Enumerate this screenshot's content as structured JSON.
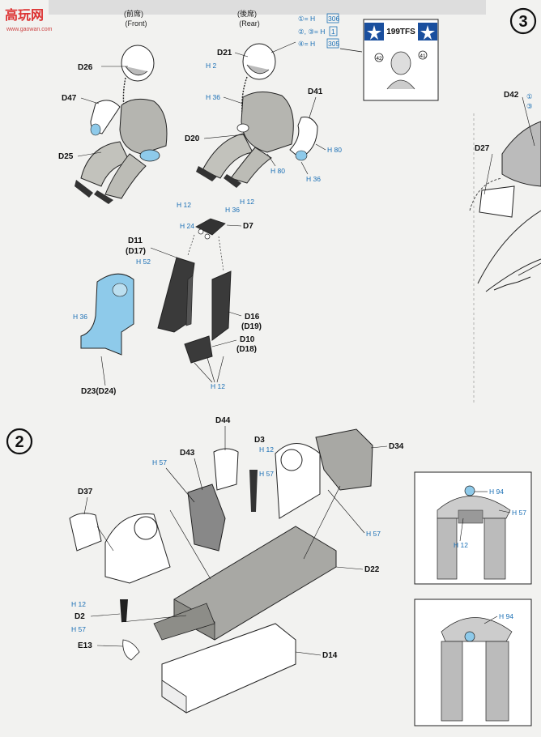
{
  "watermark": {
    "chars": "高玩网",
    "url": "www.gaowan.com"
  },
  "steps": [
    "3",
    "2"
  ],
  "seat_headers": {
    "front_cn": "(前席)",
    "front_en": "(Front)",
    "rear_cn": "(後席)",
    "rear_en": "(Rear)"
  },
  "paint_legend": {
    "items": [
      {
        "parts": "①",
        "eq": "= H",
        "code": "306"
      },
      {
        "parts": "②, ③",
        "eq": "= H",
        "code": "1"
      },
      {
        "parts": "④",
        "eq": "= H",
        "code": "305"
      }
    ]
  },
  "decal_box": {
    "text": "199TFS",
    "nums": [
      "42",
      "41"
    ]
  },
  "part_labels": {
    "d21": "D21",
    "d26": "D26",
    "d47": "D47",
    "d25": "D25",
    "d20": "D20",
    "d41": "D41",
    "d7": "D7",
    "d11": "D11",
    "d17": "(D17)",
    "d16": "D16",
    "d19": "(D19)",
    "d10": "D10",
    "d18": "(D18)",
    "d23": "D23(D24)",
    "d42": "D42",
    "d27": "D27",
    "d44": "D44",
    "d3": "D3",
    "d34": "D34",
    "d43": "D43",
    "d37": "D37",
    "d22": "D22",
    "d2": "D2",
    "e13": "E13",
    "d14": "D14"
  },
  "paint_codes": {
    "h2": "H 2",
    "h36": "H 36",
    "h12": "H 12",
    "h24": "H 24",
    "h52": "H 52",
    "h80": "H 80",
    "h57": "H 57",
    "h94": "H 94"
  },
  "d42_callouts": [
    "①",
    "③"
  ]
}
